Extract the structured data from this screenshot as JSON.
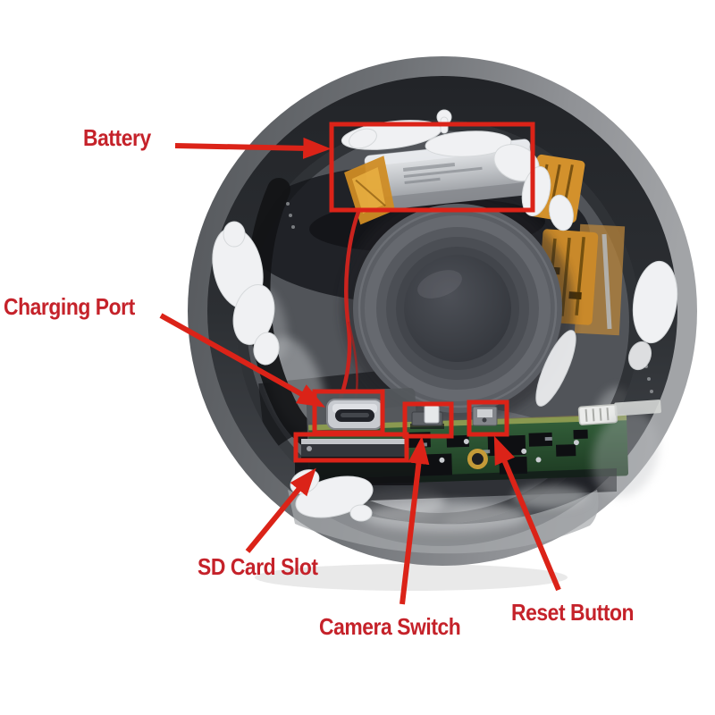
{
  "page": {
    "background_color": "#ffffff"
  },
  "annotations": {
    "accent_color": "#db2318",
    "label_color": "#c5222a",
    "labels": [
      {
        "id": "battery",
        "text": "Battery"
      },
      {
        "id": "charging-port",
        "text": "Charging Port"
      },
      {
        "id": "sd-card-slot",
        "text": "SD Card Slot"
      },
      {
        "id": "camera-switch",
        "text": "Camera Switch"
      },
      {
        "id": "reset-button",
        "text": "Reset Button"
      }
    ]
  },
  "photo": {
    "subject": "interior-of-round-hidden-camera-device",
    "parts": {
      "housing": "round-gray-cup-housing",
      "battery": "silver-lithium-battery-pouch",
      "lens": "camera-lens-barrel",
      "pcb": "green-circuit-board",
      "charging_port": "micro-usb-port",
      "sd_slot": "microsd-card-slot",
      "camera_switch": "white-slide-switch",
      "reset_button": "reset-microswitch",
      "wire": "red-battery-wire",
      "glue": "white-hot-glue-blobs",
      "flex": "orange-flex-antenna-boards"
    }
  }
}
